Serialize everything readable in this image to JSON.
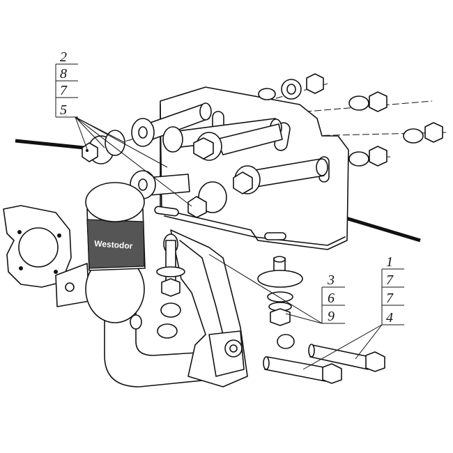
{
  "callouts_left": [
    "2",
    "8",
    "7",
    "5"
  ],
  "callouts_mid": [
    "3",
    "6",
    "9"
  ],
  "callouts_right": [
    "1",
    "7",
    "7",
    "4"
  ],
  "brand_label": "Westodor"
}
